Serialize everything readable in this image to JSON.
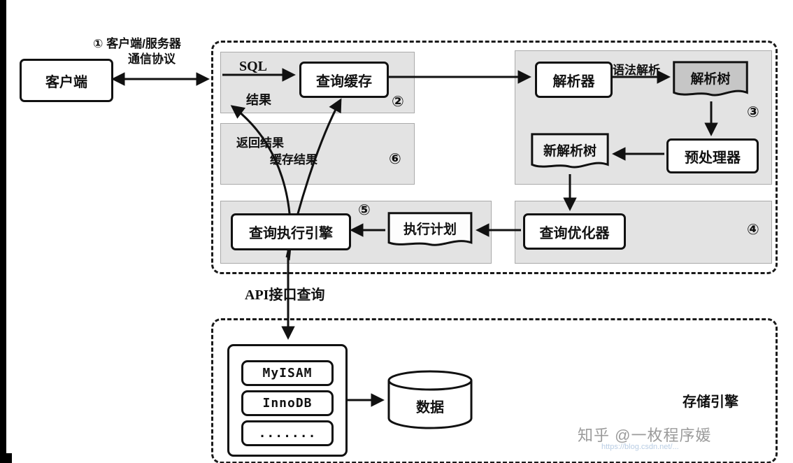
{
  "nodes": {
    "client": "客户端",
    "query_cache": "查询缓存",
    "parser": "解析器",
    "parse_tree": "解析树",
    "new_parse_tree": "新解析树",
    "preprocessor": "预处理器",
    "query_optimizer": "查询优化器",
    "execution_plan": "执行计划",
    "query_engine": "查询执行引擎",
    "engine_myisam": "MyISAM",
    "engine_innodb": "InnoDB",
    "engine_more": ".......",
    "data_store": "数据"
  },
  "labels": {
    "protocol_line1": "① 客户端/服务器",
    "protocol_line2": "通信协议",
    "sql": "SQL",
    "result": "结果",
    "return_result": "返回结果",
    "cache_result": "缓存结果",
    "syntax_parse": "语法解析",
    "api_query": "API接口查询",
    "storage_engine": "存储引擎"
  },
  "steps": {
    "s2": "②",
    "s3": "③",
    "s4": "④",
    "s5": "⑤",
    "s6": "⑥"
  },
  "watermark": {
    "zhihu": "知乎 @一枚程序媛",
    "url": "https://blog.csdn.net/..."
  },
  "colors": {
    "panel_gray": "#e3e3e3",
    "parse_tree_fill": "#c6c6c6",
    "line_black": "#111111",
    "watermark_gray": "#9b9b9b",
    "watermark_blue": "#b9cde4"
  }
}
